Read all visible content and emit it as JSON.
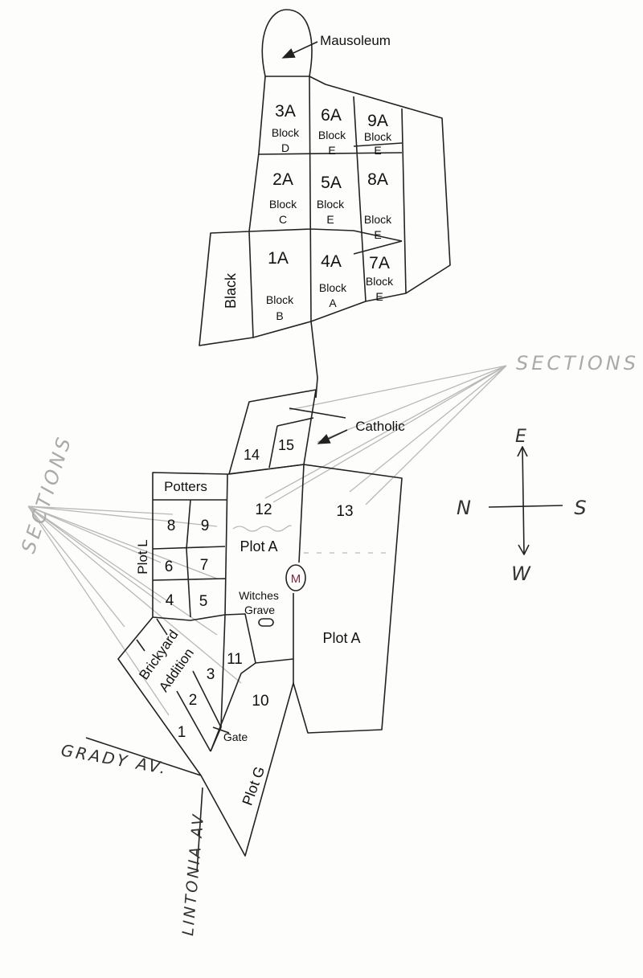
{
  "title": "Cemetery section map",
  "labels": {
    "mausoleum": "Mausoleum",
    "sections": "SECTIONS",
    "catholic": "Catholic",
    "potters": "Potters",
    "plot_l": "Plot L",
    "plot_a": "Plot A",
    "plot_g": "Plot G",
    "black": "Black",
    "witches_grave_1": "Witches",
    "witches_grave_2": "Grave",
    "brickyard_1": "Brickyard",
    "brickyard_2": "Addition",
    "gate": "Gate",
    "monument": "M",
    "grady_av": "GRADY AV.",
    "lintonia_av": "LINTONIA AV"
  },
  "upper_blocks": [
    {
      "name": "3A",
      "block": "Block",
      "letter": "D"
    },
    {
      "name": "6A",
      "block": "Block",
      "letter": "E"
    },
    {
      "name": "9A",
      "block": "Block",
      "letter": "E"
    },
    {
      "name": "2A",
      "block": "Block",
      "letter": "C"
    },
    {
      "name": "5A",
      "block": "Block",
      "letter": "E"
    },
    {
      "name": "8A",
      "block": "Block",
      "letter": "E"
    },
    {
      "name": "1A",
      "block": "Block",
      "letter": "B"
    },
    {
      "name": "4A",
      "block": "Block",
      "letter": "A"
    },
    {
      "name": "7A",
      "block": "Block",
      "letter": "E"
    }
  ],
  "sections": [
    "1",
    "2",
    "3",
    "4",
    "5",
    "6",
    "7",
    "8",
    "9",
    "10",
    "11",
    "12",
    "13",
    "14",
    "15"
  ],
  "compass": {
    "north": "N",
    "south": "S",
    "east": "E",
    "west": "W"
  }
}
